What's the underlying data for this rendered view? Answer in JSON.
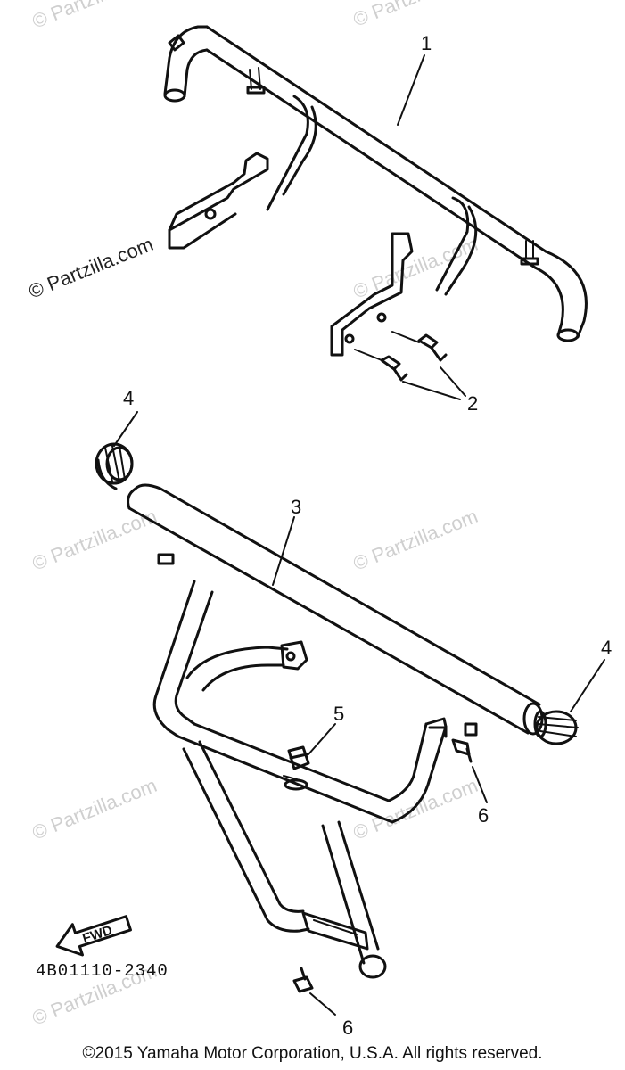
{
  "watermarks": [
    "© Partzilla.com",
    "© Partzilla.com",
    "© Partzilla.com",
    "© Partzilla.com",
    "© Partzilla.com",
    "© Partzilla.com",
    "© Partzilla.com",
    "© Partzilla.com",
    "© Partzilla.com"
  ],
  "callouts": {
    "part_1": "1",
    "part_2": "2",
    "part_3": "3",
    "part_4_left": "4",
    "part_4_right": "4",
    "part_5": "5",
    "part_6_right": "6",
    "part_6_bottom": "6"
  },
  "direction_label": "FWD",
  "diagram_code": "4B01110-2340",
  "copyright": "©2015 Yamaha Motor Corporation, U.S.A. All rights reserved."
}
